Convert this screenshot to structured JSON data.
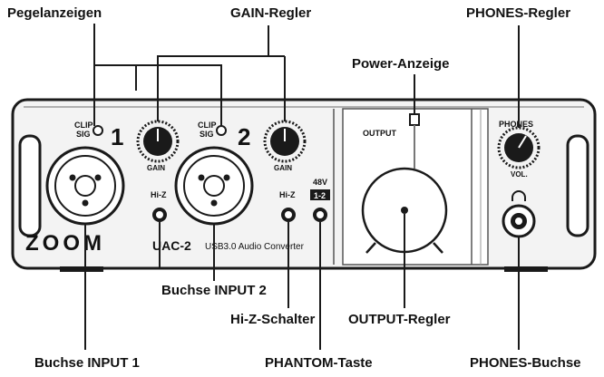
{
  "callouts": {
    "level_indicators": "Pegelanzeigen",
    "gain_knobs": "GAIN-Regler",
    "phones_knob": "PHONES-Regler",
    "power_indicator": "Power-Anzeige",
    "input2_jack": "Buchse INPUT 2",
    "hiz_switch": "Hi-Z-Schalter",
    "output_knob": "OUTPUT-Regler",
    "input1_jack": "Buchse INPUT 1",
    "phantom_button": "PHANTOM-Taste",
    "phones_jack": "PHONES-Buchse"
  },
  "panel": {
    "clip": "CLIP",
    "sig": "SIG",
    "ch1": "1",
    "ch2": "2",
    "gain": "GAIN",
    "hiz": "Hi-Z",
    "v48": "48V",
    "phantom_badge": "1-2",
    "output": "OUTPUT",
    "phones": "PHONES",
    "vol": "VOL.",
    "brand": "ZOOM",
    "model": "UAC-2",
    "subtitle": "USB3.0 Audio Converter"
  }
}
